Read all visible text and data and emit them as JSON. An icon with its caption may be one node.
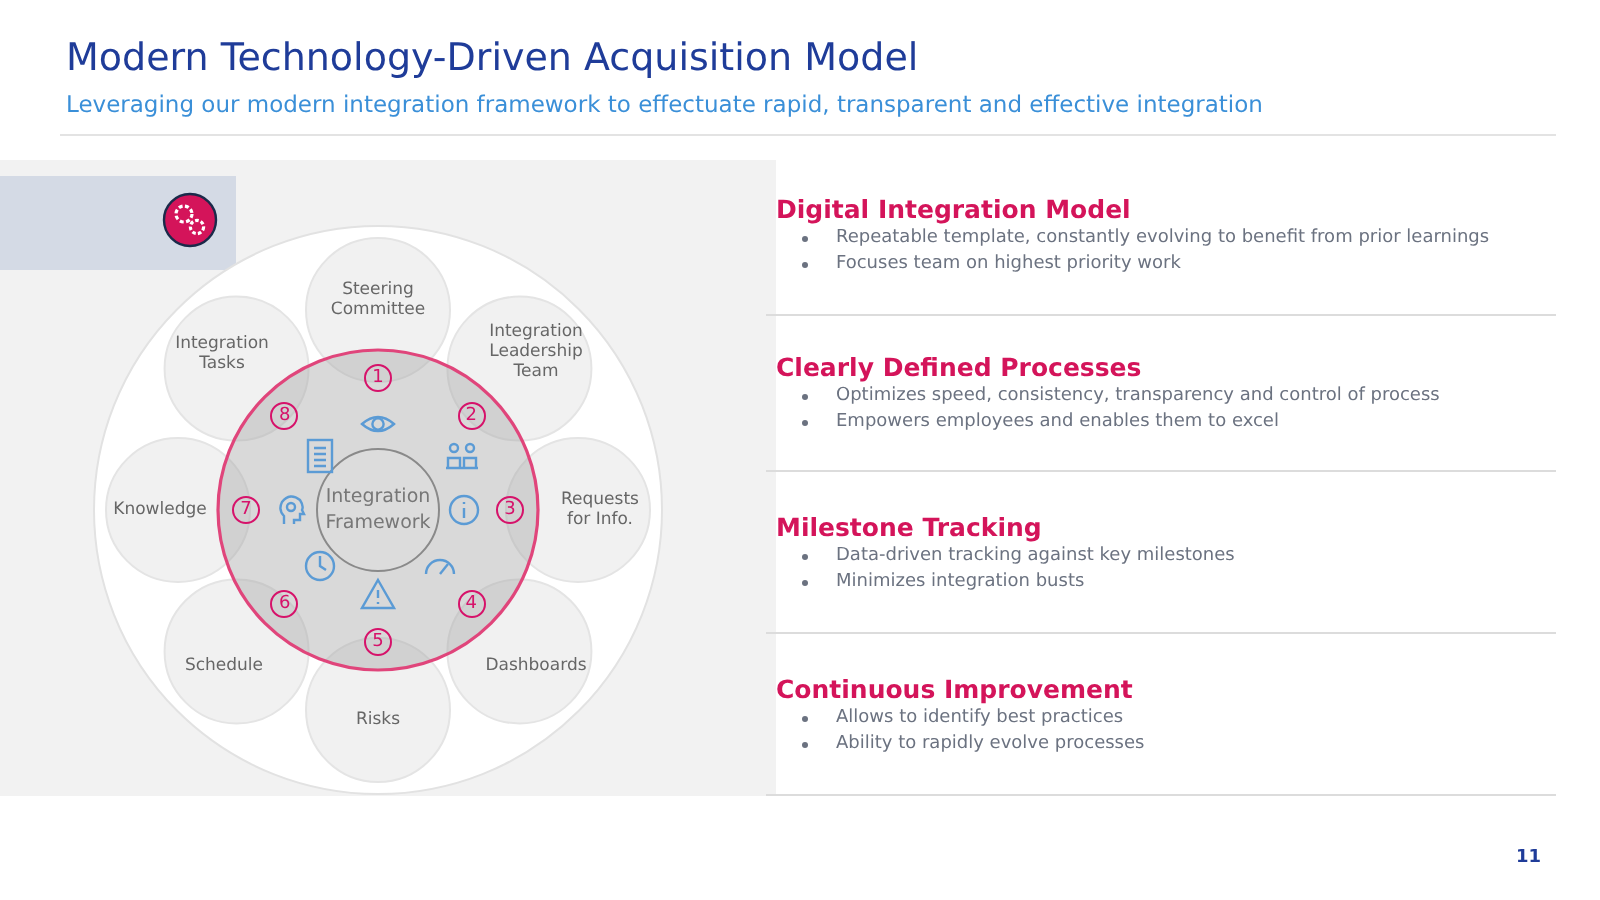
{
  "diagram": {
    "title": "Modern Technology-Driven Acquisition Model",
    "nodes": [
      {
        "text": [
          "Integration Framework"
        ]
      },
      {
        "text": [
          "Steering Committee"
        ]
      },
      {
        "text": [
          "Integration Leadership Team"
        ]
      },
      {
        "text": [
          "Requests for Info."
        ]
      },
      {
        "text": [
          "Dashboards"
        ]
      },
      {
        "text": [
          "Risks"
        ]
      },
      {
        "text": [
          "Schedule"
        ]
      },
      {
        "text": [
          "Knowledge"
        ]
      },
      {
        "text": [
          "Integration Tasks"
        ]
      },
      {
        "text": [
          "1"
        ]
      },
      {
        "text": [
          "2"
        ]
      },
      {
        "text": [
          "3"
        ]
      },
      {
        "text": [
          "4"
        ]
      },
      {
        "text": [
          "5"
        ]
      },
      {
        "text": [
          "6"
        ]
      },
      {
        "text": [
          "7"
        ]
      },
      {
        "text": [
          "8"
        ]
      },
      {
        "text": [
          "Digital Integration Model",
          "Repeatable template, constantly evolving to benefit from prior learnings",
          "Focuses team on highest priority work"
        ]
      },
      {
        "text": [
          "Clearly Defined Processes",
          "Optimizes speed, consistency, transparency and control of process",
          "Empowers employees and enables them to excel"
        ]
      },
      {
        "text": [
          "Milestone Tracking",
          "Data-driven tracking against key milestones",
          "Minimizes integration busts"
        ]
      },
      {
        "text": [
          "Continuous Improvement",
          "Allows to identify best practices",
          "Ability to rapidly evolve processes"
        ]
      }
    ],
    "labels": [
      "Leveraging our modern integration framework to effectuate rapid, transparent and effective integration",
      "11"
    ]
  }
}
